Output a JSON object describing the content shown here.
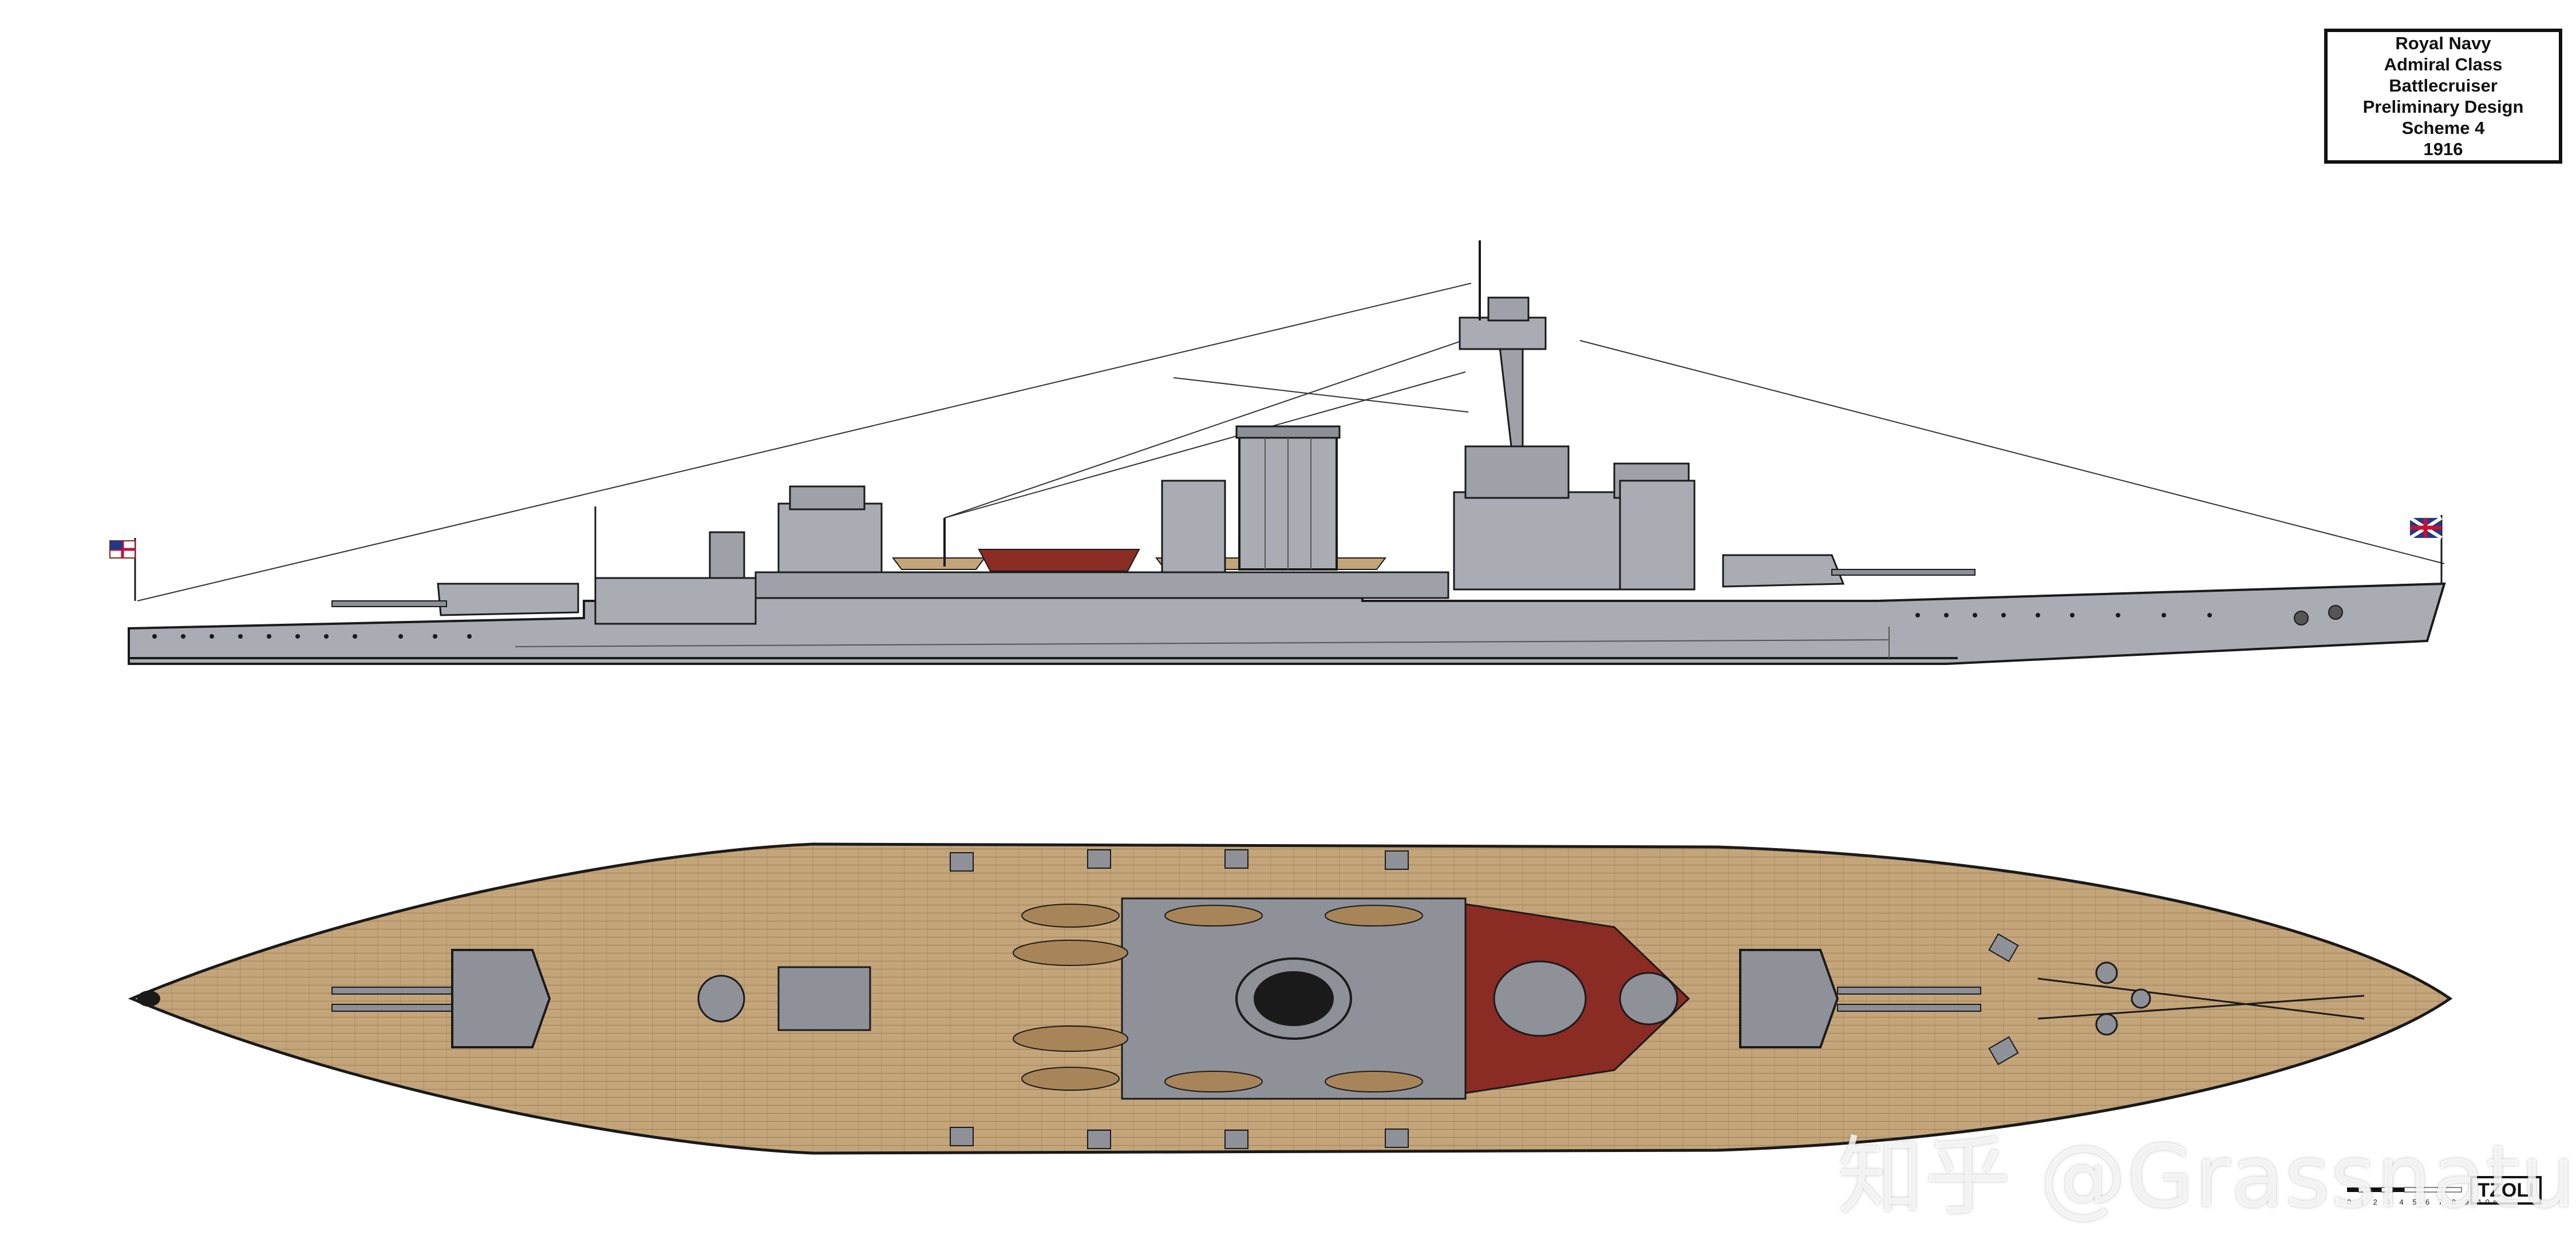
{
  "title_block": {
    "line1": "Royal Navy",
    "line2": "Admiral Class",
    "line3": "Battlecruiser",
    "line4": "Preliminary Design",
    "line5": "Scheme 4",
    "line6": "1916"
  },
  "watermark": "知乎 @Grassnature",
  "scale_bar_labels": "0 1 2 3 4 5 6 7 8 9 10m",
  "signature": "TZOLI",
  "colors": {
    "hull_grey": "#a9acb3",
    "deck_wood": "#c4a57a",
    "deck_grey": "#8e9197",
    "deck_red": "#8a2b24",
    "outline": "#1a1a1a"
  }
}
